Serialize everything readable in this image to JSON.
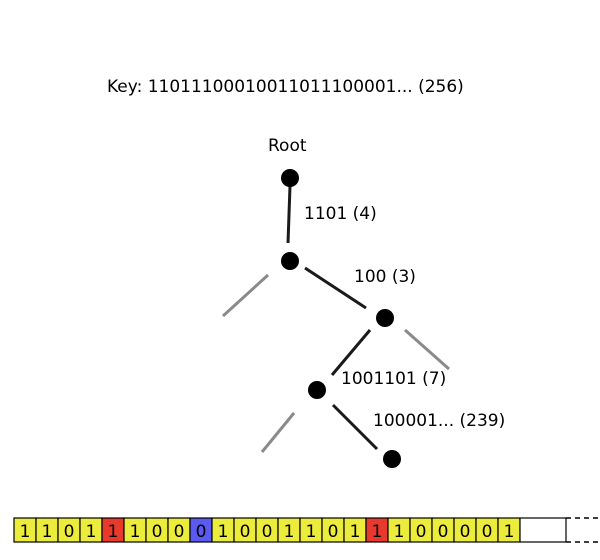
{
  "key_label": "Key: 11011100010011011100001... (256)",
  "root_label": "Root",
  "edges": {
    "e1": "1101 (4)",
    "e2": "100 (3)",
    "e3": "1001101 (7)",
    "e4": "100001... (239)"
  },
  "bit_strip": {
    "bits": [
      "1",
      "1",
      "0",
      "1",
      "1",
      "1",
      "0",
      "0",
      "0",
      "1",
      "0",
      "0",
      "1",
      "1",
      "0",
      "1",
      "1",
      "1",
      "0",
      "0",
      "0",
      "0",
      "1"
    ],
    "highlights": {
      "4": "red",
      "8": "blue",
      "16": "red"
    },
    "colors": {
      "default": "#ecec3c",
      "red": "#e83a2c",
      "blue": "#5a5af0",
      "border": "#000000"
    }
  },
  "colors": {
    "edge": "#1a1a1a",
    "branch_stub": "#8a8a8a",
    "node": "#000000"
  }
}
